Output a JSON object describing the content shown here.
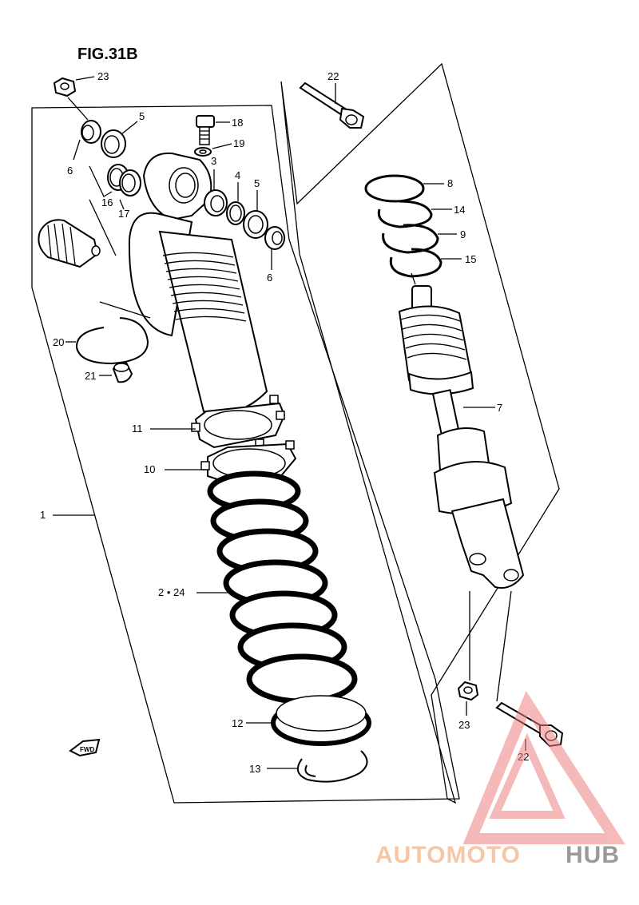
{
  "figure": {
    "title": "FIG.31B"
  },
  "callouts": [
    {
      "id": "c1",
      "label": "1"
    },
    {
      "id": "c2",
      "label": "2 • 24"
    },
    {
      "id": "c3",
      "label": "3"
    },
    {
      "id": "c4",
      "label": "4"
    },
    {
      "id": "c5a",
      "label": "5"
    },
    {
      "id": "c5b",
      "label": "5"
    },
    {
      "id": "c6a",
      "label": "6"
    },
    {
      "id": "c6b",
      "label": "6"
    },
    {
      "id": "c7",
      "label": "7"
    },
    {
      "id": "c8",
      "label": "8"
    },
    {
      "id": "c9",
      "label": "9"
    },
    {
      "id": "c10",
      "label": "10"
    },
    {
      "id": "c11",
      "label": "11"
    },
    {
      "id": "c12",
      "label": "12"
    },
    {
      "id": "c13",
      "label": "13"
    },
    {
      "id": "c14",
      "label": "14"
    },
    {
      "id": "c15",
      "label": "15"
    },
    {
      "id": "c16",
      "label": "16"
    },
    {
      "id": "c17",
      "label": "17"
    },
    {
      "id": "c18",
      "label": "18"
    },
    {
      "id": "c19",
      "label": "19"
    },
    {
      "id": "c20",
      "label": "20"
    },
    {
      "id": "c21",
      "label": "21"
    },
    {
      "id": "c22a",
      "label": "22"
    },
    {
      "id": "c22b",
      "label": "22"
    },
    {
      "id": "c23a",
      "label": "23"
    },
    {
      "id": "c23b",
      "label": "23"
    }
  ],
  "fwd_marker": {
    "label": "FWD"
  },
  "watermark": {
    "part1": "AUTOMOTO",
    "part2": "HUB",
    "color1": "#f6c7a6",
    "color2": "#9a9a9a",
    "logo_color": "#f08080"
  }
}
